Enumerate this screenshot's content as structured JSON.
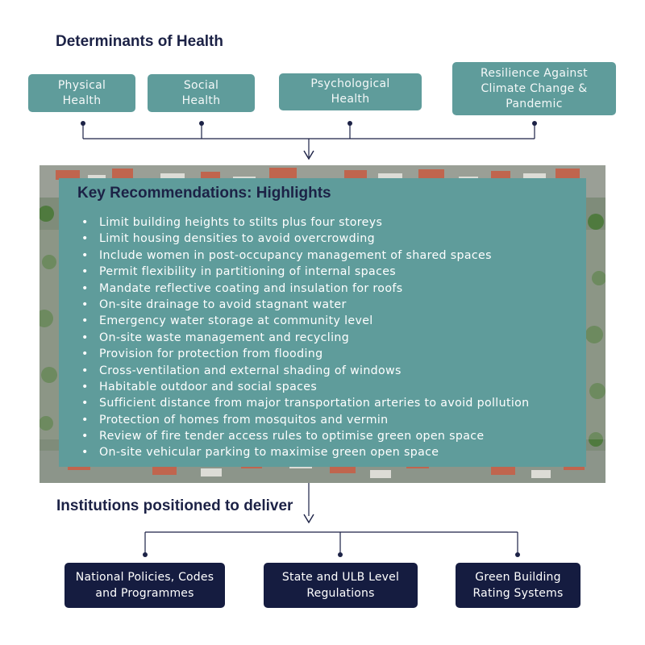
{
  "determinants": {
    "heading": "Determinants of Health",
    "boxes": [
      "Physical\nHealth",
      "Social\nHealth",
      "Psychological\nHealth",
      "Resilience Against\nClimate Change &\nPandemic"
    ]
  },
  "recommendations": {
    "title": "Key Recommendations: Highlights",
    "items": [
      "Limit building heights to stilts plus four storeys",
      "Limit housing densities to avoid overcrowding",
      "Include women in post-occupancy management of shared spaces",
      "Permit flexibility in partitioning of internal spaces",
      "Mandate reflective coating and insulation for roofs",
      "On-site drainage to avoid stagnant water",
      "Emergency water storage at community level",
      "On-site waste management and recycling",
      "Provision for protection from flooding",
      "Cross-ventilation and external shading of windows",
      "Habitable outdoor and social spaces",
      "Sufficient distance from major transportation arteries to avoid pollution",
      "Protection of homes from mosquitos and vermin",
      "Review of fire tender access rules to optimise green open space",
      "On-site vehicular parking to maximise green open space"
    ]
  },
  "institutions": {
    "heading": "Institutions positioned to deliver",
    "boxes": [
      "National Policies, Codes\nand Programmes",
      "State and ULB Level\nRegulations",
      "Green Building\nRating Systems"
    ]
  },
  "colors": {
    "teal": "#5f9c9b",
    "navy": "#151c40",
    "heading": "#1c2246"
  }
}
